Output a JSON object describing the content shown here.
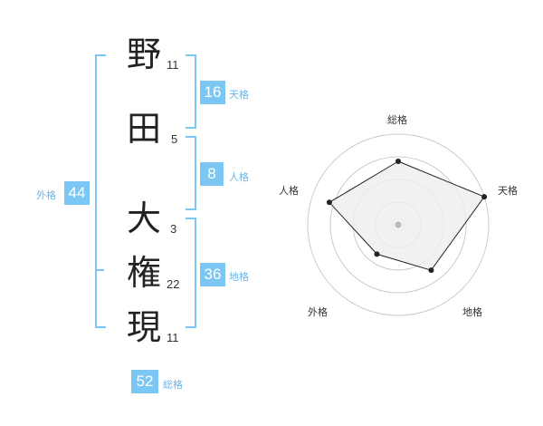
{
  "name": {
    "chars": [
      {
        "char": "野",
        "strokes": "11"
      },
      {
        "char": "田",
        "strokes": "5"
      },
      {
        "char": "大",
        "strokes": "3"
      },
      {
        "char": "権",
        "strokes": "22"
      },
      {
        "char": "現",
        "strokes": "11"
      }
    ]
  },
  "fortune": {
    "tenkaku": {
      "value": "16",
      "label": "天格"
    },
    "jinkaku": {
      "value": "8",
      "label": "人格"
    },
    "chikaku": {
      "value": "36",
      "label": "地格"
    },
    "gaikaku": {
      "value": "44",
      "label": "外格"
    },
    "soukaku": {
      "value": "52",
      "label": "総格"
    }
  },
  "radar": {
    "axes": [
      "総格",
      "天格",
      "地格",
      "外格",
      "人格"
    ],
    "values": [
      0.7,
      1.0,
      0.62,
      0.4,
      0.8
    ],
    "max": 1
  },
  "colors": {
    "accent": "#7cc6f3",
    "label": "#6cb6e8"
  }
}
